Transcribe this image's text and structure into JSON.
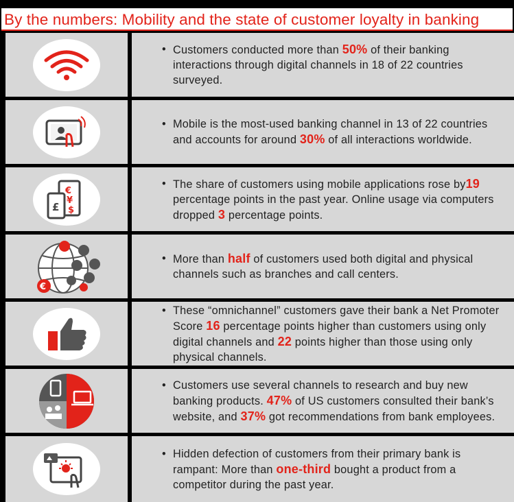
{
  "title": "By the numbers: Mobility and the state of customer loyalty in banking",
  "colors": {
    "accent": "#e2231a",
    "panel": "#d7d7d7",
    "text": "#222222"
  },
  "rows": [
    {
      "icon": "wifi-icon",
      "parts": [
        "Customers conducted more than ",
        "50%",
        " of their banking interactions through digital channels in 18 of 22 countries surveyed."
      ]
    },
    {
      "icon": "tablet-touch-icon",
      "parts": [
        "Mobile is the most-used banking channel in 13 of 22 countries and accounts for around ",
        "30%",
        " of all interactions worldwide."
      ]
    },
    {
      "icon": "mobile-currency-icon",
      "parts": [
        "The share of customers using mobile applications rose by",
        "19",
        " percentage points in the past year. Online usage via computers dropped ",
        "3",
        " percentage points."
      ]
    },
    {
      "icon": "globe-network-icon",
      "parts": [
        "More than ",
        "half",
        " of customers used both digital and physical channels such as branches and call centers."
      ]
    },
    {
      "icon": "thumbs-up-icon",
      "parts": [
        "These “omnichannel” customers gave their bank a Net Promoter Score ",
        "16",
        " percentage points higher than customers using only digital channels and ",
        "22",
        " points higher than those using only physical channels."
      ]
    },
    {
      "icon": "channels-pie-icon",
      "parts": [
        "Customers use several channels to research and buy new banking products. ",
        "47%",
        " of US customers consulted their bank’s website, and ",
        "37%",
        " got recommendations from bank employees."
      ]
    },
    {
      "icon": "tablet-idea-icon",
      "parts": [
        "Hidden defection of customers from their primary bank is rampant: More than ",
        "one-third",
        " bought a product from a competitor during the past year."
      ]
    }
  ]
}
